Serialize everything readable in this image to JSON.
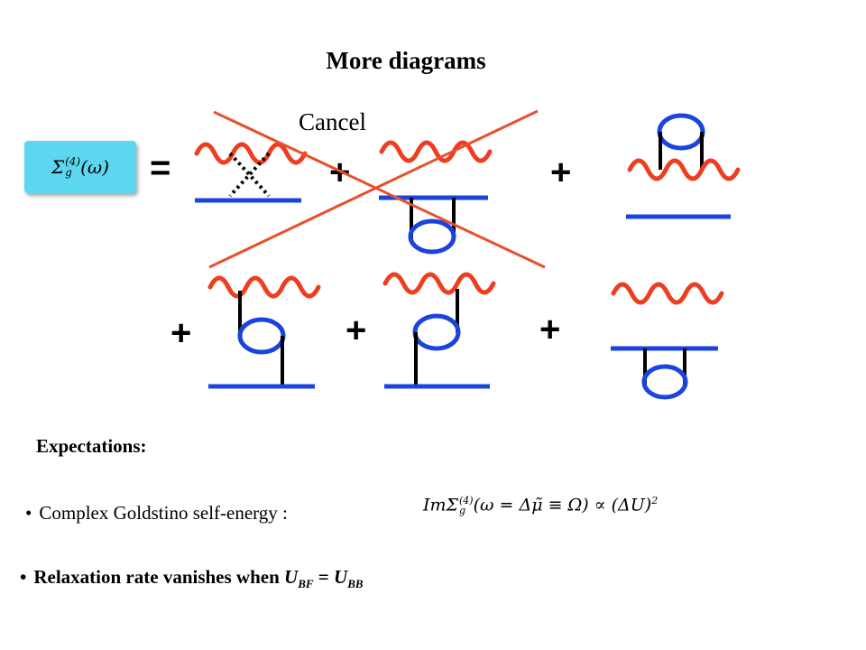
{
  "title": "More diagrams",
  "cancel_label": "Cancel",
  "lhs": {
    "symbol": "Σ",
    "superscript": "(4)",
    "subscript": "g",
    "argument": "(ω)"
  },
  "equals": "=",
  "plus": "+",
  "expectations_heading": "Expectations:",
  "bullet1": {
    "bullet": "•",
    "text": "Complex Goldstino self-energy :"
  },
  "formula": {
    "im": "Im",
    "sigma": "Σ",
    "superscript": "(4)",
    "subscript": "g",
    "argument": "(ω = Δμ̃ ≡ Ω) ∝ (ΔU)",
    "power": "2"
  },
  "bullet2": {
    "bullet": "•",
    "text": "Relaxation rate vanishes when ",
    "u1": "U",
    "sub1": "BF",
    "eq": " = ",
    "u2": "U",
    "sub2": "BB"
  },
  "colors": {
    "boson_wave": "#ee3d1f",
    "fermion_line": "#1a44dd",
    "cross_out": "#e8502c",
    "lhs_box": "#5dd7f0"
  }
}
